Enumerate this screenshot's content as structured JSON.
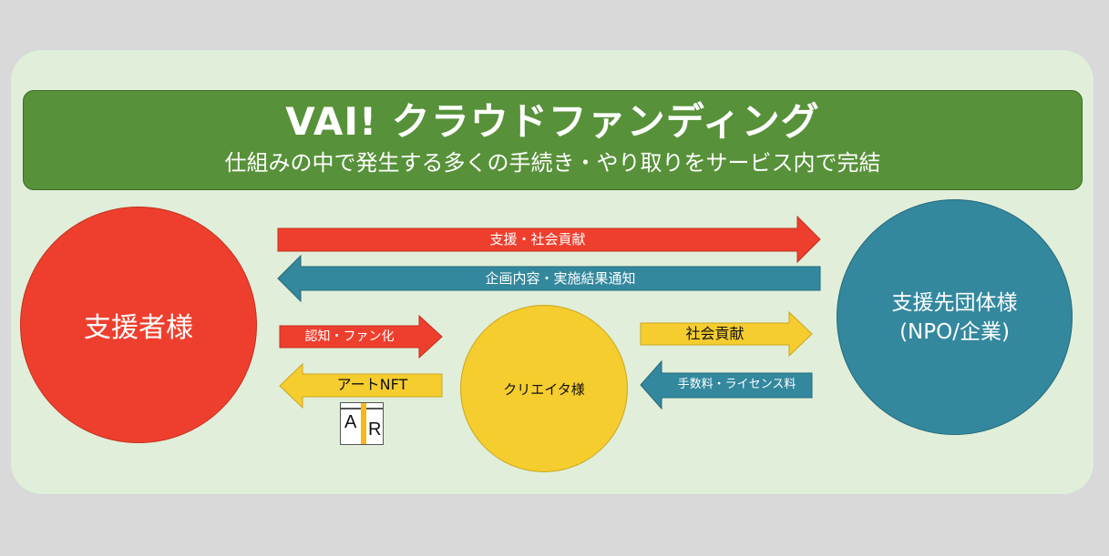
{
  "header": {
    "title": "VAI! クラウドファンディング",
    "subtitle": "仕組みの中で発生する多くの手続き・やり取りをサービス内で完結"
  },
  "nodes": {
    "supporter": "支援者様",
    "organization_line1": "支援先団体様",
    "organization_line2": "(NPO/企業)",
    "creator": "クリエイタ様"
  },
  "flows": {
    "support_contribution": "支援・社会貢献",
    "project_report": "企画内容・実施結果通知",
    "recognition_fan": "認知・ファン化",
    "art_nft": "アートNFT",
    "social_contribution": "社会貢献",
    "fee_license": "手数料・ライセンス料"
  },
  "logo": {
    "letters": [
      "A",
      "R"
    ]
  },
  "colors": {
    "background": "#d9d9d9",
    "panel": "#e1eed9",
    "header": "#579139",
    "red": "#ee3f2e",
    "teal": "#33889e",
    "yellow": "#f6cd2e"
  }
}
